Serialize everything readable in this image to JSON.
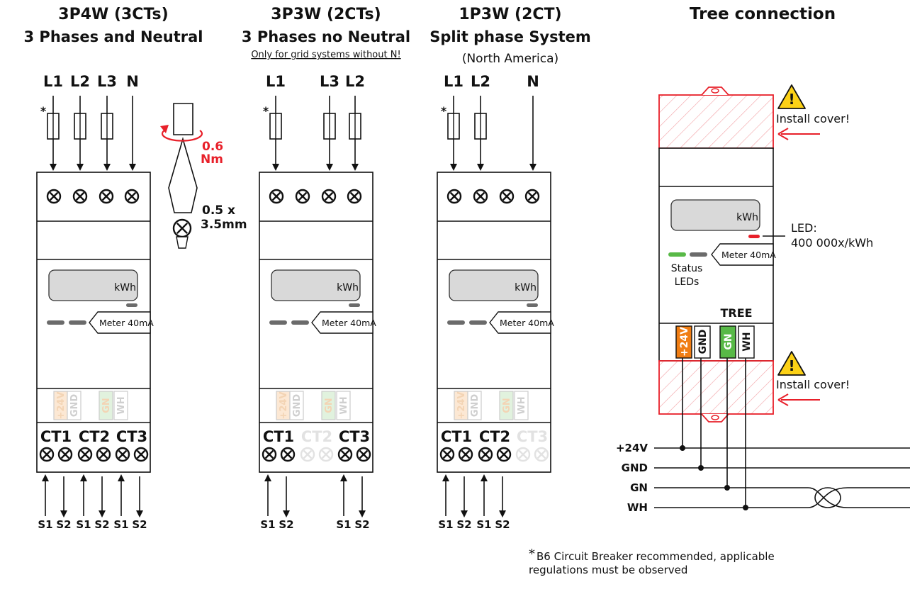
{
  "diagrams": [
    {
      "id": "3p4w",
      "title": "3P4W (3CTs)",
      "subtitle": "3 Phases and Neutral",
      "note": "",
      "phases": [
        {
          "label": "L1",
          "fuse": true,
          "star": true
        },
        {
          "label": "L2",
          "fuse": true,
          "star": false
        },
        {
          "label": "L3",
          "fuse": true,
          "star": false
        },
        {
          "label": "N",
          "fuse": false,
          "star": false
        }
      ],
      "ct_labels": [
        {
          "label": "CT1",
          "active": true
        },
        {
          "label": "CT2",
          "active": true
        },
        {
          "label": "CT3",
          "active": true
        }
      ],
      "s_labels": [
        "S1",
        "S2",
        "S1",
        "S2",
        "S1",
        "S2"
      ]
    },
    {
      "id": "3p3w",
      "title": "3P3W (2CTs)",
      "subtitle": "3 Phases no Neutral",
      "note": "Only for grid systems without N!",
      "phases": [
        {
          "label": "L1",
          "fuse": true,
          "star": true
        },
        {
          "label": "",
          "fuse": false,
          "star": false
        },
        {
          "label": "L3",
          "fuse": true,
          "star": false
        },
        {
          "label": "L2",
          "fuse": true,
          "star": false
        }
      ],
      "ct_labels": [
        {
          "label": "CT1",
          "active": true
        },
        {
          "label": "CT2",
          "active": false
        },
        {
          "label": "CT3",
          "active": true
        }
      ],
      "s_labels": [
        "S1",
        "S2",
        "",
        "",
        "S1",
        "S2"
      ]
    },
    {
      "id": "1p3w",
      "title": "1P3W (2CT)",
      "subtitle": "Split phase System",
      "note": "(North America)",
      "phases": [
        {
          "label": "L1",
          "fuse": true,
          "star": true
        },
        {
          "label": "L2",
          "fuse": true,
          "star": false
        },
        {
          "label": "",
          "fuse": false,
          "star": false
        },
        {
          "label": "N",
          "fuse": false,
          "star": false
        }
      ],
      "ct_labels": [
        {
          "label": "CT1",
          "active": true
        },
        {
          "label": "CT2",
          "active": true
        },
        {
          "label": "CT3",
          "active": false
        }
      ],
      "s_labels": [
        "S1",
        "S2",
        "S1",
        "S2",
        "",
        ""
      ]
    }
  ],
  "meter": {
    "display_unit": "kWh",
    "meter_label": "Meter 40mA",
    "terminals": [
      "+24V",
      "GND",
      "GN",
      "WH"
    ]
  },
  "colors": {
    "orange": "#f07d13",
    "green": "#58b947",
    "red": "#e8202a",
    "gray": "#6b6b6b",
    "display": "#d9d9d9"
  },
  "tool": {
    "torque_value": "0.6",
    "torque_unit": "Nm",
    "blade_size_line1": "0.5 x",
    "blade_size_line2": "3.5mm"
  },
  "tree": {
    "title": "Tree connection",
    "install_cover_top": "Install cover!",
    "install_cover_bottom": "Install cover!",
    "led_label_line1": "LED:",
    "led_label_line2": "400 000x/kWh",
    "status_line1": "Status",
    "status_line2": "LEDs",
    "tree_label": "TREE",
    "bus_labels": [
      "+24V",
      "GND",
      "GN",
      "WH"
    ]
  },
  "footnote": {
    "star": "*",
    "line1": "B6 Circuit Breaker recommended, applicable",
    "line2": "regulations must be observed"
  }
}
